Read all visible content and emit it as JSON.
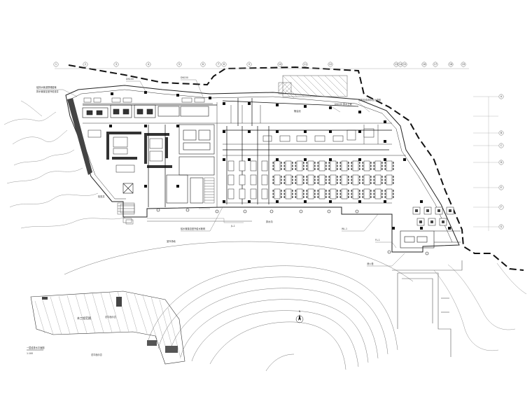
{
  "drawing": {
    "axis_bubbles_top": [
      "1",
      "2",
      "3",
      "4",
      "5",
      "6",
      "7",
      "8",
      "9",
      "10",
      "11",
      "12",
      "13",
      "14",
      "15",
      "16",
      "17",
      "18",
      "19"
    ],
    "axis_bubbles_right": [
      "A",
      "B",
      "C",
      "D",
      "E",
      "F",
      "G"
    ],
    "annotations": [
      "给排水管道预埋套管",
      "排水管接至室外检查井",
      "DN100",
      "DN150",
      "DN100 排水立管",
      "说明见给排水设计说明",
      "给水管接自室外给水管网",
      "JL-1",
      "WL-1",
      "FL-1",
      "消火栓",
      "排水沟",
      "隔油池",
      "检查井"
    ],
    "north_label": "N",
    "key_plan_label": "总平面示意",
    "key_plan_room": "本工程范围",
    "plan_title": "一层给排水平面图",
    "plan_scale": "1:100",
    "site_label": "室外场地"
  },
  "colors": {
    "line": "#222222",
    "hatch": "#555555",
    "light": "#9a9a9a"
  }
}
